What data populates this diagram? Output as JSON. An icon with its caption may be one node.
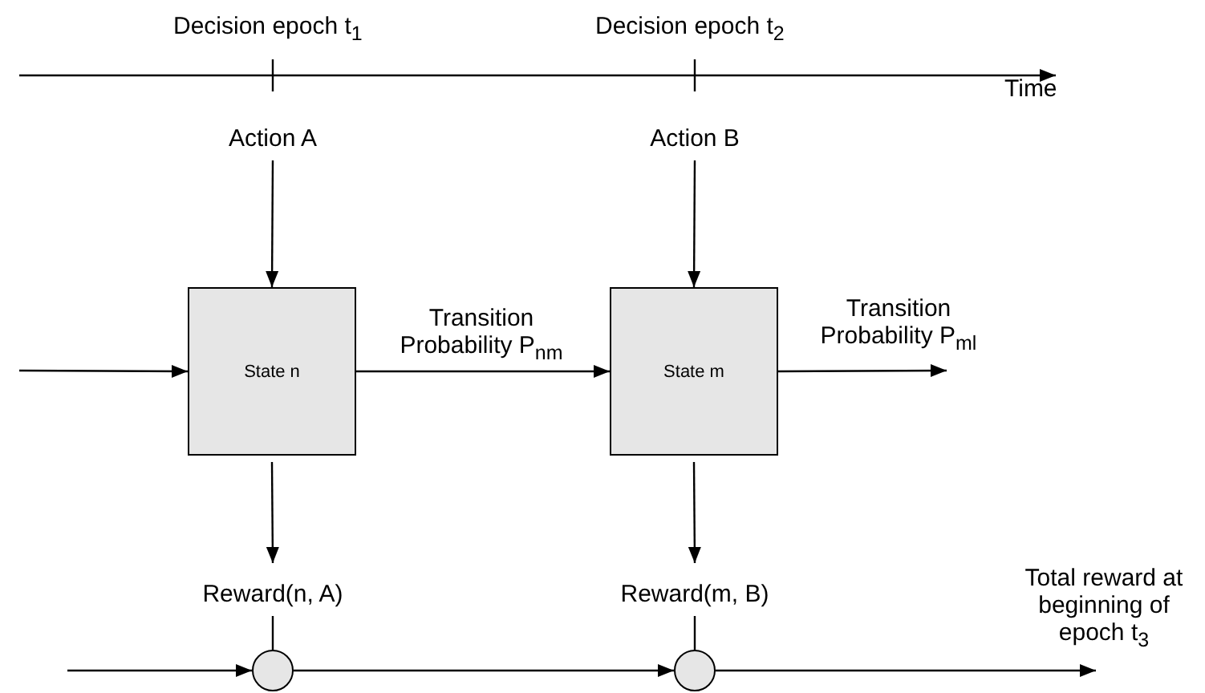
{
  "diagram": {
    "nodes": [
      {
        "text": [
          "Action A"
        ]
      },
      {
        "text": [
          "Action B"
        ]
      },
      {
        "text": [
          "State n"
        ]
      },
      {
        "text": [
          "State m"
        ]
      },
      {
        "text": [
          "Reward(n, A)"
        ]
      },
      {
        "text": [
          "Reward(m, B)"
        ]
      },
      {
        "text": [],
        "shape": "circle"
      },
      {
        "text": [],
        "shape": "circle"
      }
    ],
    "edges": [
      {
        "from": 0,
        "to": 2,
        "arrow": "to"
      },
      {
        "from": 1,
        "to": 3,
        "arrow": "to"
      },
      {
        "from": null,
        "to": 2,
        "arrow": "to"
      },
      {
        "from": 2,
        "to": 3,
        "arrow": "to",
        "label": "Transition Probability P$_{nm}$"
      },
      {
        "from": 3,
        "to": null,
        "arrow": "to",
        "label": "Transition Probability P$_{ml}$"
      },
      {
        "from": 2,
        "to": 4,
        "arrow": "to"
      },
      {
        "from": 3,
        "to": 5,
        "arrow": "to"
      },
      {
        "from": 4,
        "to": 6,
        "arrow": "none"
      },
      {
        "from": 5,
        "to": 7,
        "arrow": "none"
      },
      {
        "from": null,
        "to": 6,
        "arrow": "to"
      },
      {
        "from": 6,
        "to": 7,
        "arrow": "to"
      },
      {
        "from": 7,
        "to": null,
        "arrow": "to",
        "label": "Total reward at beginning of epoch t$_{3}$"
      }
    ],
    "labels": [
      "Decision epoch t$_{1}$",
      "Decision epoch t$_{2}$",
      "Time"
    ]
  }
}
